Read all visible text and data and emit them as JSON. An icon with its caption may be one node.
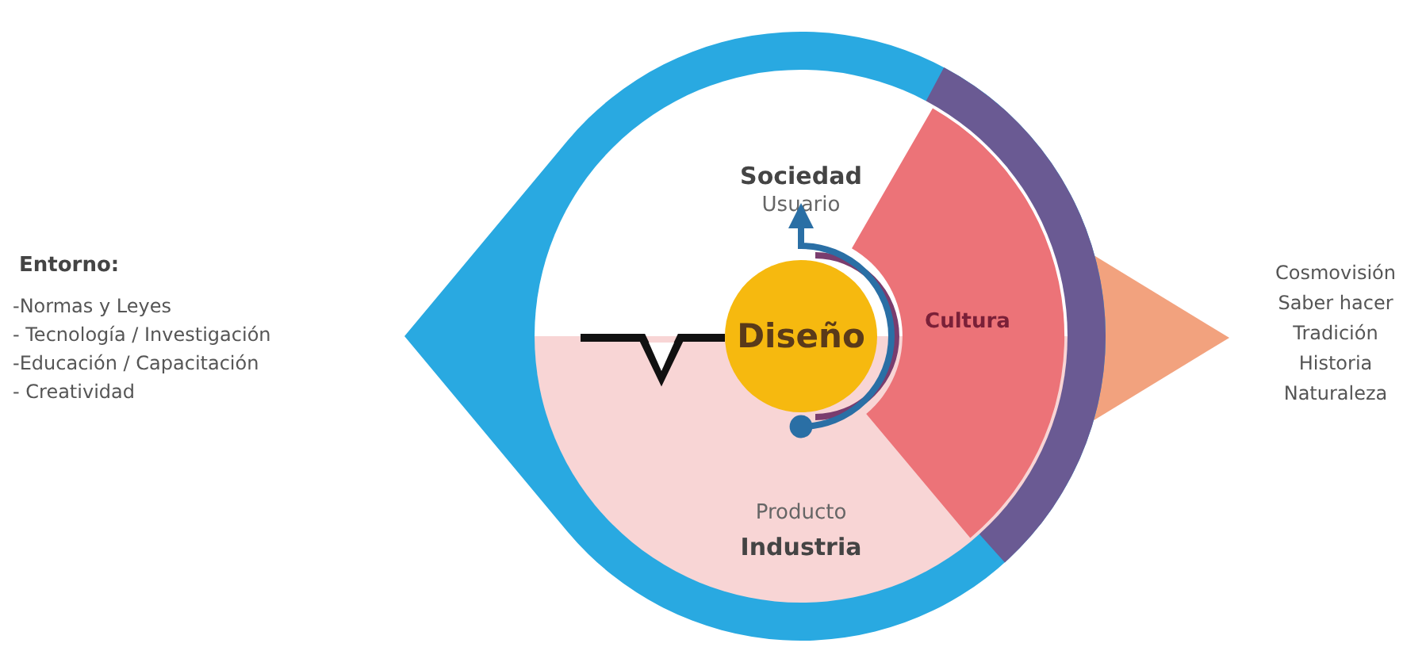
{
  "diagram": {
    "nodes": [
      {
        "text": [],
        "shape": "drop",
        "beside": [
          "Entorno:",
          "-Normas y Leyes",
          "- Tecnología / Investigación",
          "-Educación / Capacitación",
          "- Creatividad"
        ]
      },
      {
        "text": [
          "Sociedad",
          "Usuario"
        ],
        "in": 0
      },
      {
        "text": [
          "Producto",
          "Industria"
        ],
        "in": 0
      },
      {
        "text": [
          "Cultura"
        ],
        "in": 0
      },
      {
        "text": [
          "Diseño"
        ],
        "in": 0
      },
      {
        "text": [],
        "shape": "triangle",
        "beside": [
          "Cosmovisión",
          "Saber hacer",
          "Tradición",
          "Historia",
          "Naturaleza"
        ]
      }
    ],
    "edges": [
      {
        "from": 2,
        "to": 1,
        "arrow": "to"
      }
    ]
  }
}
